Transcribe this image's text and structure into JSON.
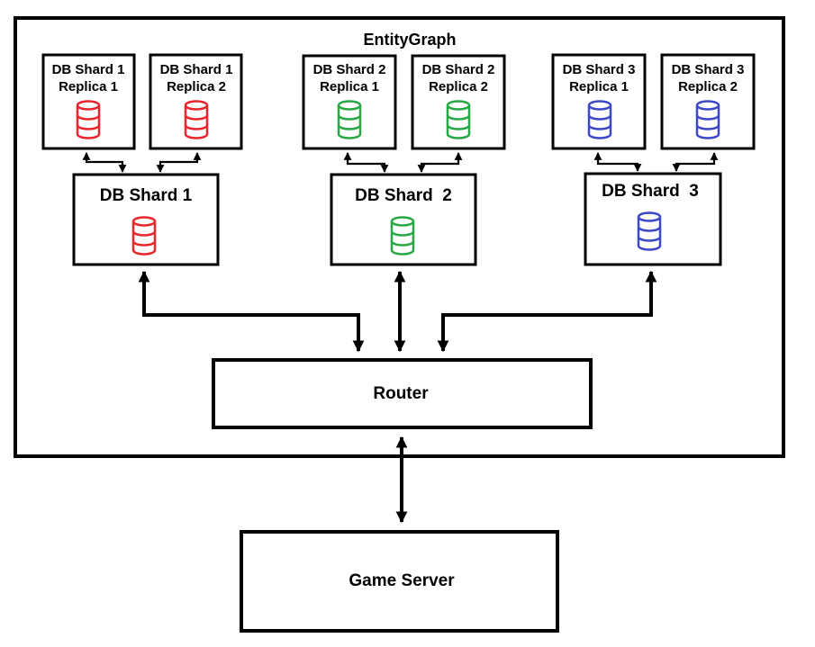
{
  "diagram": {
    "container_title": "EntityGraph",
    "router_label": "Router",
    "game_server_label": "Game Server",
    "shards": [
      {
        "label": "DB Shard 1",
        "color": "#e8262b",
        "replicas": [
          {
            "line1": "DB Shard 1",
            "line2": "Replica 1"
          },
          {
            "line1": "DB Shard 1",
            "line2": "Replica 2"
          }
        ]
      },
      {
        "label": "DB Shard  2",
        "color": "#27a845",
        "replicas": [
          {
            "line1": "DB Shard 2",
            "line2": "Replica 1"
          },
          {
            "line1": "DB Shard 2",
            "line2": "Replica 2"
          }
        ]
      },
      {
        "label": "DB Shard  3",
        "color": "#3c48c8",
        "replicas": [
          {
            "line1": "DB Shard 3",
            "line2": "Replica 1"
          },
          {
            "line1": "DB Shard 3",
            "line2": "Replica 2"
          }
        ]
      }
    ]
  }
}
